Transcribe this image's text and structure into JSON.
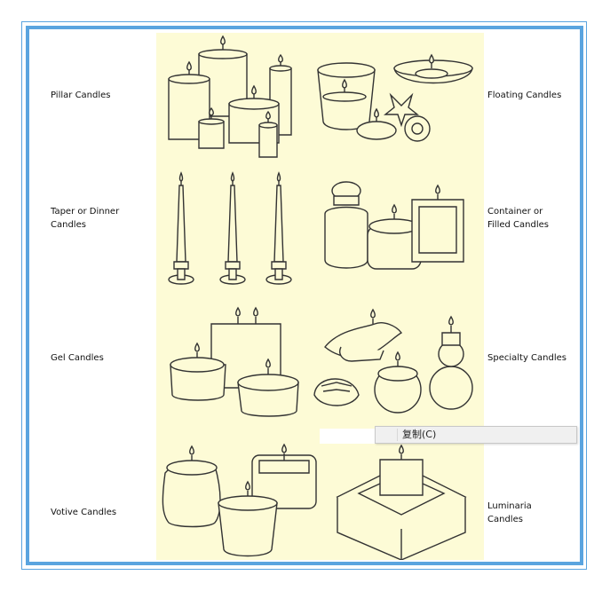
{
  "labels": {
    "pillar": [
      "Pillar Candles"
    ],
    "floating": [
      "Floating Candles"
    ],
    "taper": [
      "Taper or Dinner",
      "Candles"
    ],
    "container": [
      "Container or",
      "Filled Candles"
    ],
    "gel": [
      "Gel Candles"
    ],
    "specialty": [
      "Specialty Candles"
    ],
    "votive": [
      "Votive Candles"
    ],
    "luminaria": [
      "Luminaria",
      "Candles"
    ]
  },
  "context_menu": {
    "item": "复制(C)"
  },
  "colors": {
    "frame": "#5aa4df",
    "panel": "#fdfbd6",
    "ink": "#333333",
    "flame": "#fdfbd6"
  },
  "icons": [
    "pillar-candles-illustration",
    "floating-candles-illustration",
    "taper-candles-illustration",
    "container-candles-illustration",
    "gel-candles-illustration",
    "specialty-candles-illustration",
    "votive-candles-illustration",
    "luminaria-candles-illustration"
  ]
}
